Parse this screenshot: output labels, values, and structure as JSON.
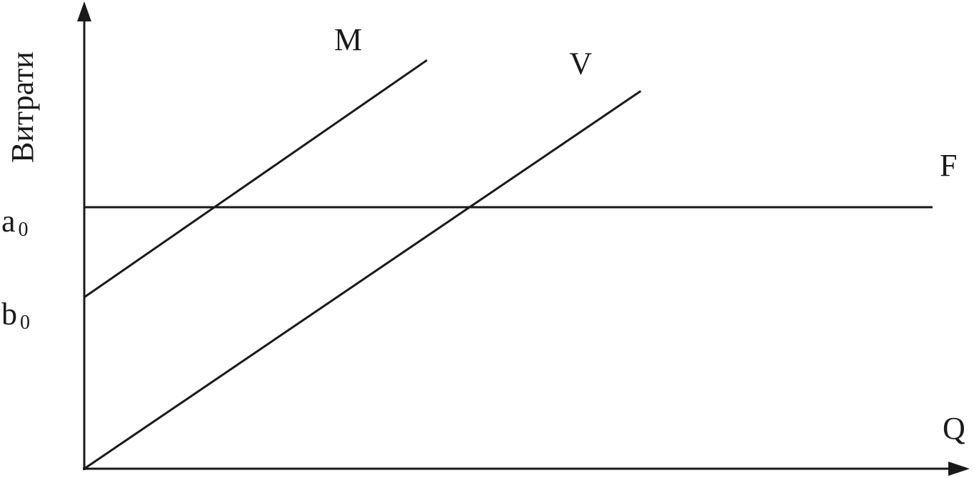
{
  "chart_data": {
    "type": "line",
    "title": "",
    "xlabel": "Q",
    "ylabel": "Витрати",
    "xlim": [
      0,
      100
    ],
    "ylim": [
      0,
      100
    ],
    "grid": false,
    "y_ticks": [
      {
        "base": "a",
        "sub": "0",
        "value": 61
      },
      {
        "base": "b",
        "sub": "0",
        "value": 40
      }
    ],
    "series": [
      {
        "name": "M",
        "x": [
          0,
          40.4
        ],
        "y": [
          40,
          95.3
        ]
      },
      {
        "name": "V",
        "x": [
          0,
          65.6
        ],
        "y": [
          0,
          88.1
        ]
      },
      {
        "name": "F",
        "x": [
          0,
          100
        ],
        "y": [
          61,
          61
        ]
      }
    ]
  }
}
